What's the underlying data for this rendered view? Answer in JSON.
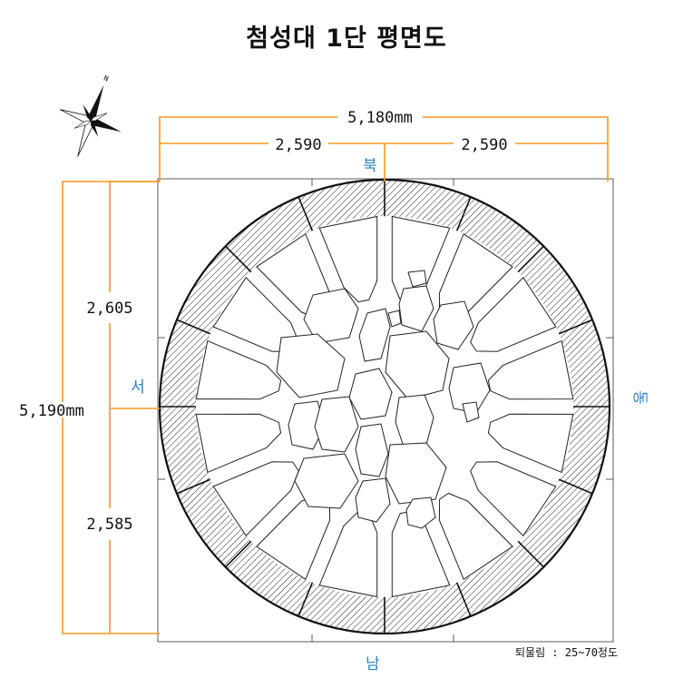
{
  "title": "첨성대 1단 평면도",
  "dimensions": {
    "total_width": "5,180mm",
    "half_left": "2,590",
    "half_right": "2,590",
    "total_height": "5,190mm",
    "upper_height": "2,605",
    "lower_height": "2,585"
  },
  "directions": {
    "north": "북",
    "south": "남",
    "east": "동",
    "west": "서",
    "compass_n": "N"
  },
  "note": "퇴물림 : 25~70정도",
  "colors": {
    "dimension": "#f39a1e",
    "direction": "#2a7fc0",
    "ink": "#111111"
  }
}
